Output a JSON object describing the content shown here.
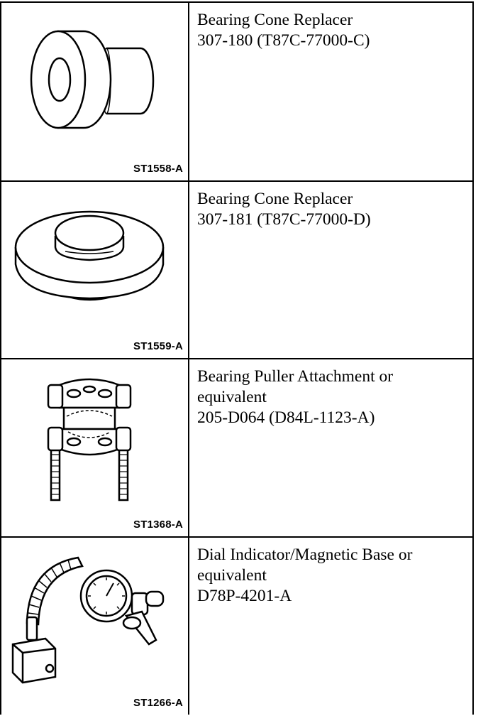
{
  "tools": [
    {
      "figure_code": "ST1558-A",
      "name": "Bearing Cone Replacer",
      "lines": [
        "Bearing Cone Replacer",
        "307-180 (T87C-77000-C)"
      ],
      "icon": "bearing-cone-replacer-cylinder-icon"
    },
    {
      "figure_code": "ST1559-A",
      "name": "Bearing Cone Replacer",
      "lines": [
        "Bearing Cone Replacer",
        "307-181 (T87C-77000-D)"
      ],
      "icon": "bearing-cone-replacer-ring-icon"
    },
    {
      "figure_code": "ST1368-A",
      "name": "Bearing Puller Attachment",
      "lines": [
        "Bearing Puller Attachment or",
        "equivalent",
        "205-D064 (D84L-1123-A)"
      ],
      "icon": "bearing-puller-icon"
    },
    {
      "figure_code": "ST1266-A",
      "name": "Dial Indicator/Magnetic Base",
      "lines": [
        "Dial Indicator/Magnetic Base or",
        "equivalent",
        "D78P-4201-A"
      ],
      "icon": "dial-indicator-icon"
    }
  ]
}
